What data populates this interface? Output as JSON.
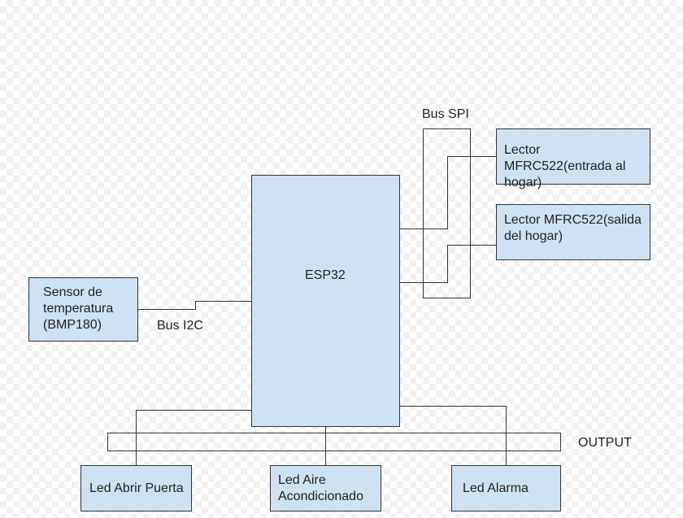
{
  "colors": {
    "box_fill": "#cfe2f3",
    "box_border": "#333333",
    "wire": "#333333"
  },
  "nodes": {
    "esp32": "ESP32",
    "sensor": "Sensor de temperatura (BMP180)",
    "lector_entrada": "Lector MFRC522(entrada al hogar)",
    "lector_salida": "Lector MFRC522(salida del hogar)",
    "led_puerta": "Led Abrir Puerta",
    "led_aire": "Led Aire Acondicionado",
    "led_alarma": "Led Alarma"
  },
  "buses": {
    "spi": "Bus SPI",
    "i2c": "Bus I2C",
    "output": "OUTPUT"
  }
}
